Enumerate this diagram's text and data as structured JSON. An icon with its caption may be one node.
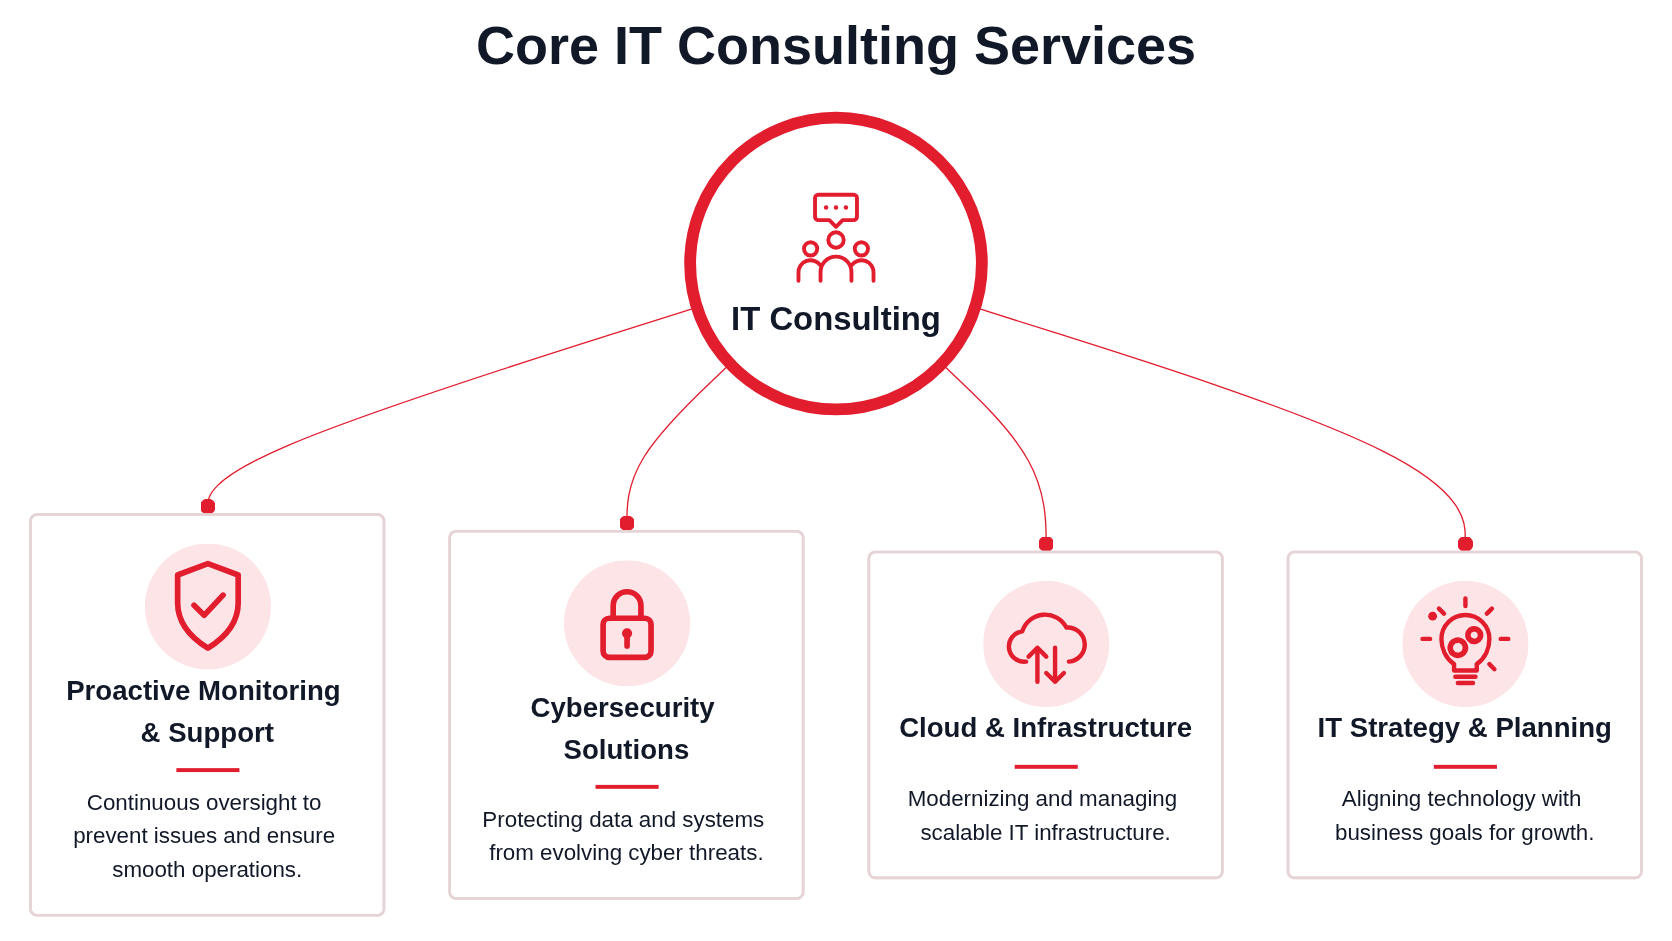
{
  "diagram": {
    "title": "Core IT Consulting Services",
    "nodes": [
      {
        "text": [
          "IT Consulting"
        ]
      },
      {
        "text": [
          "Proactive Monitoring & Support",
          "Continuous oversight to prevent issues and ensure smooth operations."
        ]
      },
      {
        "text": [
          "Cybersecurity Solutions",
          "Protecting data and systems from evolving cyber threats."
        ]
      },
      {
        "text": [
          "Cloud & Infrastructure",
          "Modernizing and managing scalable IT infrastructure."
        ]
      },
      {
        "text": [
          "IT Strategy & Planning",
          "Aligning technology with business goals for growth."
        ]
      }
    ],
    "edges": [
      {
        "from": 0,
        "to": 1,
        "arrow": "other"
      },
      {
        "from": 0,
        "to": 2,
        "arrow": "other"
      },
      {
        "from": 0,
        "to": 3,
        "arrow": "other"
      },
      {
        "from": 0,
        "to": 4,
        "arrow": "other"
      }
    ]
  }
}
